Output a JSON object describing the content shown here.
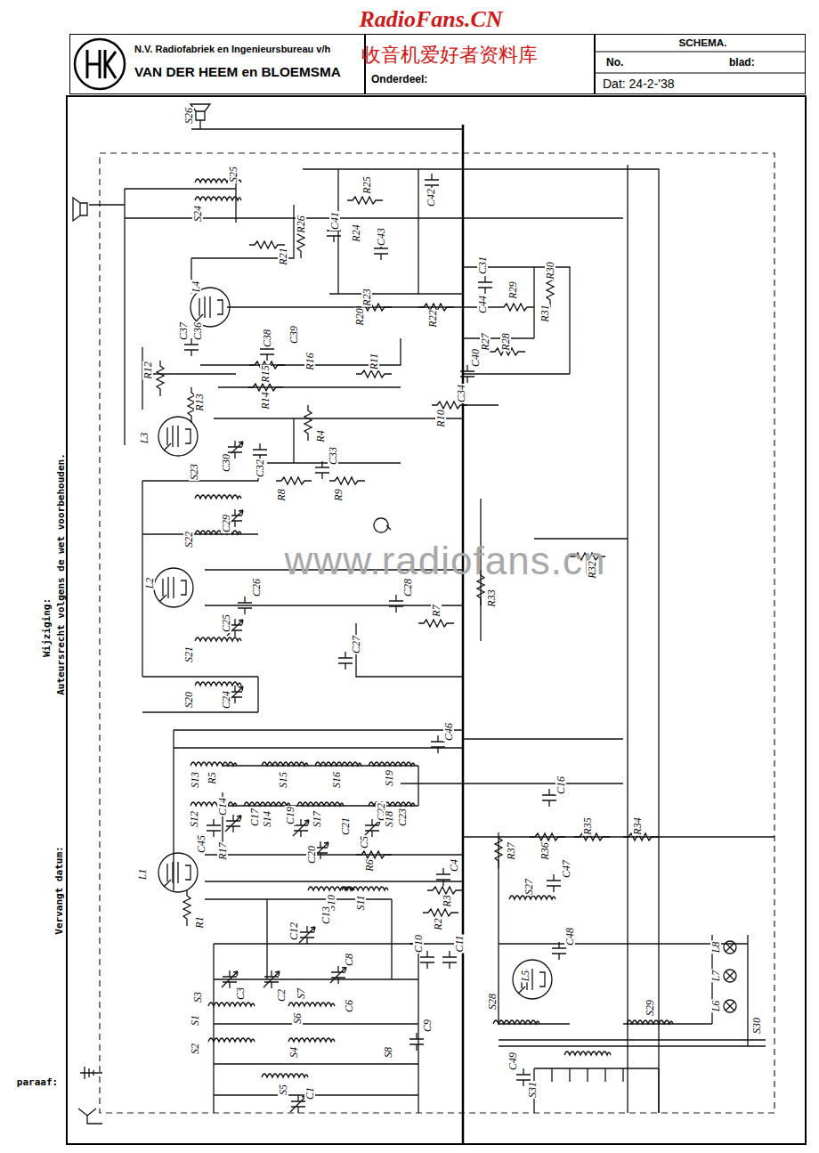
{
  "diagram": {
    "nodes": [
      {
        "text": [
          "N.V. Radiofabriek en Ingenieursbureau v/h",
          "VAN DER HEEM en BLOEMSMA"
        ]
      },
      {
        "text": [
          "Onderdeel:"
        ]
      },
      {
        "text": [
          "SCHEMA.",
          "No.",
          "blad:",
          "Dat: 24-2-'38"
        ]
      }
    ],
    "labels": [
      "RadioFans.CN",
      "收音机爱好者资料库",
      "www.radiofans.cn",
      "Wijziging:",
      "Auteursrecht volgens de wet voorbehouden.",
      "Vervangt datum:",
      "paraaf:",
      "S26",
      "S25",
      "S24",
      "R25",
      "R26",
      "R21",
      "C41",
      "R24",
      "C43",
      "C42",
      "L4",
      "R23",
      "C31",
      "C44",
      "R29",
      "R30",
      "R31",
      "R20",
      "R22",
      "C37",
      "C36",
      "C38",
      "C39",
      "R15",
      "R16",
      "R11",
      "R14",
      "R12",
      "R13",
      "R27",
      "R28",
      "C40",
      "C34",
      "R10",
      "L3",
      "R4",
      "C33",
      "C32",
      "C30",
      "R8",
      "R9",
      "S23",
      "S22",
      "C29",
      "L2",
      "C26",
      "C28",
      "R7",
      "R33",
      "R32",
      "S21",
      "C25",
      "C27",
      "S20",
      "C24",
      "C46",
      "S13",
      "R5",
      "S15",
      "S16",
      "S19",
      "S12",
      "C14",
      "C17",
      "S14",
      "C19",
      "S17",
      "C21",
      "C22",
      "S18",
      "C23",
      "C20",
      "C45",
      "R17",
      "R37",
      "R36",
      "R35",
      "R34",
      "C16",
      "R6",
      "C4",
      "L1",
      "R3",
      "R2",
      "S10",
      "S11",
      "S27",
      "C47",
      "C48",
      "R1",
      "C13",
      "C12",
      "C10",
      "C11",
      "L5",
      "S28",
      "S29",
      "L8",
      "L7",
      "L6",
      "S30",
      "S3",
      "C3",
      "C2",
      "C8",
      "S7",
      "S6",
      "C6",
      "C9",
      "S1",
      "S2",
      "S4",
      "S8",
      "S5",
      "C1",
      "C49",
      "S31",
      "C5"
    ]
  }
}
